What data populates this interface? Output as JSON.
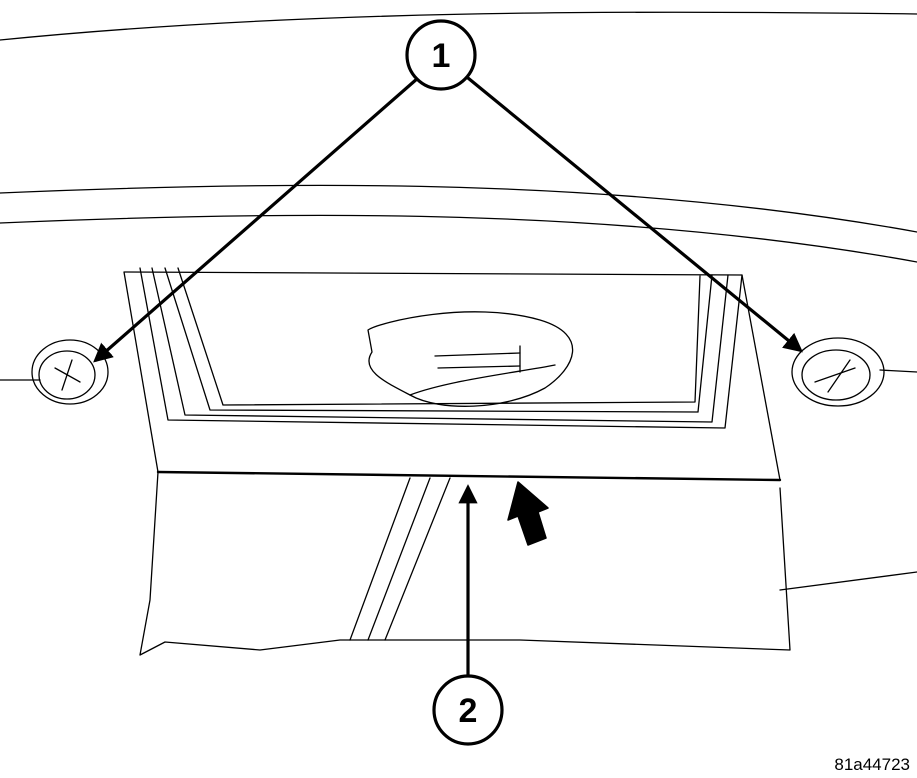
{
  "callouts": [
    {
      "label": "1"
    },
    {
      "label": "2"
    }
  ],
  "figure_code": "81a44723",
  "colors": {
    "ink": "#000000",
    "paper": "#ffffff"
  }
}
